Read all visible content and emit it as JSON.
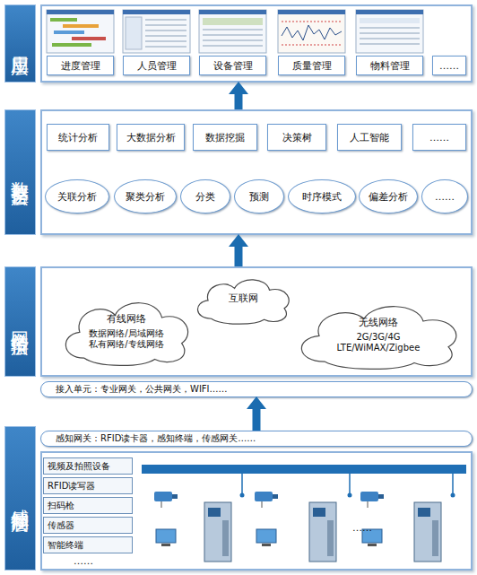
{
  "diagram": {
    "nodes": [
      {
        "text": [
          "应用层"
        ]
      },
      {
        "text": [
          "进度管理"
        ],
        "in": 0
      },
      {
        "text": [
          "人员管理"
        ],
        "in": 0
      },
      {
        "text": [
          "设备管理"
        ],
        "in": 0
      },
      {
        "text": [
          "质量管理"
        ],
        "in": 0
      },
      {
        "text": [
          "物料管理"
        ],
        "in": 0
      },
      {
        "text": [
          "……"
        ],
        "in": 0
      },
      {
        "text": [
          "数据整合层"
        ]
      },
      {
        "text": [
          "统计分析"
        ],
        "in": 7
      },
      {
        "text": [
          "大数据分析"
        ],
        "in": 7
      },
      {
        "text": [
          "数据挖掘"
        ],
        "in": 7
      },
      {
        "text": [
          "决策树"
        ],
        "in": 7
      },
      {
        "text": [
          "人工智能"
        ],
        "in": 7
      },
      {
        "text": [
          "……"
        ],
        "in": 7
      },
      {
        "text": [
          "关联分析"
        ],
        "in": 7
      },
      {
        "text": [
          "聚类分析"
        ],
        "in": 7
      },
      {
        "text": [
          "分类"
        ],
        "in": 7
      },
      {
        "text": [
          "预测"
        ],
        "in": 7
      },
      {
        "text": [
          "时序模式"
        ],
        "in": 7
      },
      {
        "text": [
          "偏差分析"
        ],
        "in": 7
      },
      {
        "text": [
          "……"
        ],
        "in": 7
      },
      {
        "text": [
          "网络传输层"
        ]
      },
      {
        "text": [
          "有线网络",
          "数据网络/局域网络 私有网络/专线网络"
        ],
        "in": 21
      },
      {
        "text": [
          "互联网"
        ],
        "in": 21
      },
      {
        "text": [
          "无线网络",
          "2G/3G/4G LTE/WiMAX/Zigbee"
        ],
        "in": 21
      },
      {
        "text": [
          "接入单元：专业网关，公共网关，WIFI……"
        ]
      },
      {
        "text": [
          "感知控制层"
        ]
      },
      {
        "text": [
          "感知网关：RFID读卡器，感知终端，传感网关……"
        ],
        "in": 26
      },
      {
        "text": [
          "视频及拍照设备"
        ],
        "in": 26
      },
      {
        "text": [
          "RFID读写器"
        ],
        "in": 26
      },
      {
        "text": [
          "扫码枪"
        ],
        "in": 26
      },
      {
        "text": [
          "传感器"
        ],
        "in": 26
      },
      {
        "text": [
          "智能终端"
        ],
        "in": 26
      }
    ],
    "edges": [
      {
        "from": 7,
        "to": 0,
        "arrow": "to"
      },
      {
        "from": 21,
        "to": 7,
        "arrow": "to"
      },
      {
        "from": 27,
        "to": 25,
        "arrow": "to"
      }
    ],
    "labels": [
      "……",
      "……"
    ]
  }
}
